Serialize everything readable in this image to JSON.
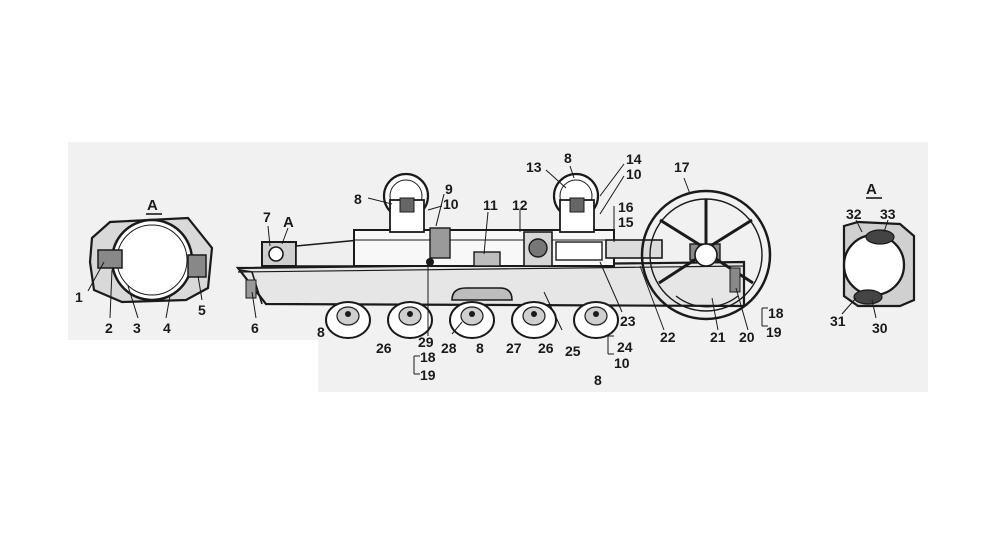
{
  "section_labels": {
    "left": "А",
    "mid": "А",
    "right": "А"
  },
  "callouts": [
    {
      "id": "c1",
      "text": "1"
    },
    {
      "id": "c2",
      "text": "2"
    },
    {
      "id": "c3",
      "text": "3"
    },
    {
      "id": "c4",
      "text": "4"
    },
    {
      "id": "c5",
      "text": "5"
    },
    {
      "id": "c6",
      "text": "6"
    },
    {
      "id": "c7",
      "text": "7"
    },
    {
      "id": "c8a",
      "text": "8"
    },
    {
      "id": "c8b",
      "text": "8"
    },
    {
      "id": "c8c",
      "text": "8"
    },
    {
      "id": "c8d",
      "text": "8"
    },
    {
      "id": "c8e",
      "text": "8"
    },
    {
      "id": "c9",
      "text": "9"
    },
    {
      "id": "c10a",
      "text": "10"
    },
    {
      "id": "c10b",
      "text": "10"
    },
    {
      "id": "c10c",
      "text": "10"
    },
    {
      "id": "c11",
      "text": "11"
    },
    {
      "id": "c12",
      "text": "12"
    },
    {
      "id": "c13",
      "text": "13"
    },
    {
      "id": "c14",
      "text": "14"
    },
    {
      "id": "c15",
      "text": "15"
    },
    {
      "id": "c16",
      "text": "16"
    },
    {
      "id": "c17",
      "text": "17"
    },
    {
      "id": "c18a",
      "text": "18"
    },
    {
      "id": "c18b",
      "text": "18"
    },
    {
      "id": "c19a",
      "text": "19"
    },
    {
      "id": "c19b",
      "text": "19"
    },
    {
      "id": "c20",
      "text": "20"
    },
    {
      "id": "c21",
      "text": "21"
    },
    {
      "id": "c22",
      "text": "22"
    },
    {
      "id": "c23",
      "text": "23"
    },
    {
      "id": "c24",
      "text": "24"
    },
    {
      "id": "c25",
      "text": "25"
    },
    {
      "id": "c26a",
      "text": "26"
    },
    {
      "id": "c26b",
      "text": "26"
    },
    {
      "id": "c27",
      "text": "27"
    },
    {
      "id": "c28",
      "text": "28"
    },
    {
      "id": "c29",
      "text": "29"
    },
    {
      "id": "c30",
      "text": "30"
    },
    {
      "id": "c31",
      "text": "31"
    },
    {
      "id": "c32",
      "text": "32"
    },
    {
      "id": "c33",
      "text": "33"
    }
  ]
}
